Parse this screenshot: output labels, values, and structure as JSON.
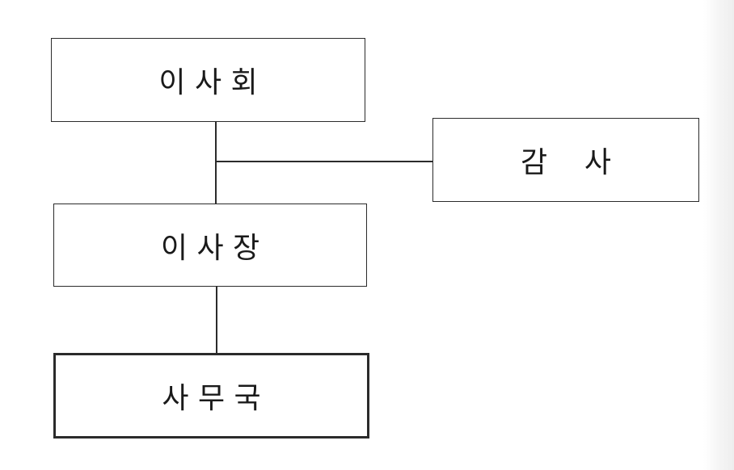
{
  "org_chart": {
    "board": {
      "label": "이 사 회"
    },
    "auditor": {
      "label": "감    사"
    },
    "chairman": {
      "label": "이 사 장"
    },
    "secretariat": {
      "label": "사 무 국"
    }
  }
}
